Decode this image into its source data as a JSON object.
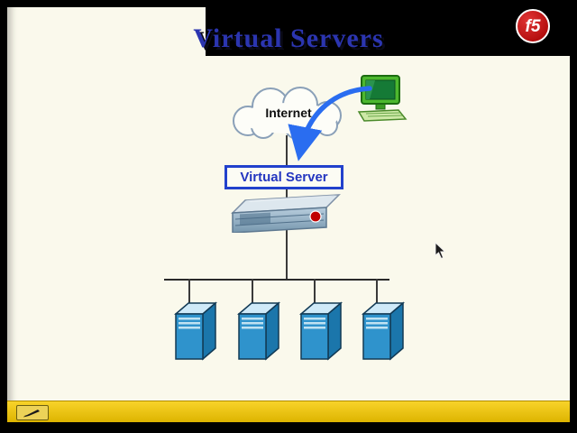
{
  "page": {
    "background": "#000000"
  },
  "slide": {
    "background": "#faf9ec",
    "title": "Virtual Servers",
    "title_color": "#2b35b0"
  },
  "logo": {
    "text": "f5",
    "bg_color": "#bb0000",
    "text_color": "#ffffff"
  },
  "diagram": {
    "internet_label": "Internet",
    "virtual_server_label": "Virtual Server",
    "arrow_color": "#2a6df0",
    "virtual_server_border_color": "#2141cc",
    "server_color": "#2f93cc",
    "server_count": 4,
    "icons": {
      "logo": "f5-logo",
      "cloud": "internet-cloud",
      "client": "client-computer-icon",
      "arrow": "client-to-server-arrow",
      "appliance": "bigip-appliance",
      "servers": "server-tower",
      "cursor": "mouse-cursor",
      "pen": "pen-tool-icon"
    }
  },
  "toolbar": {
    "bar_color": "#efc31a"
  }
}
